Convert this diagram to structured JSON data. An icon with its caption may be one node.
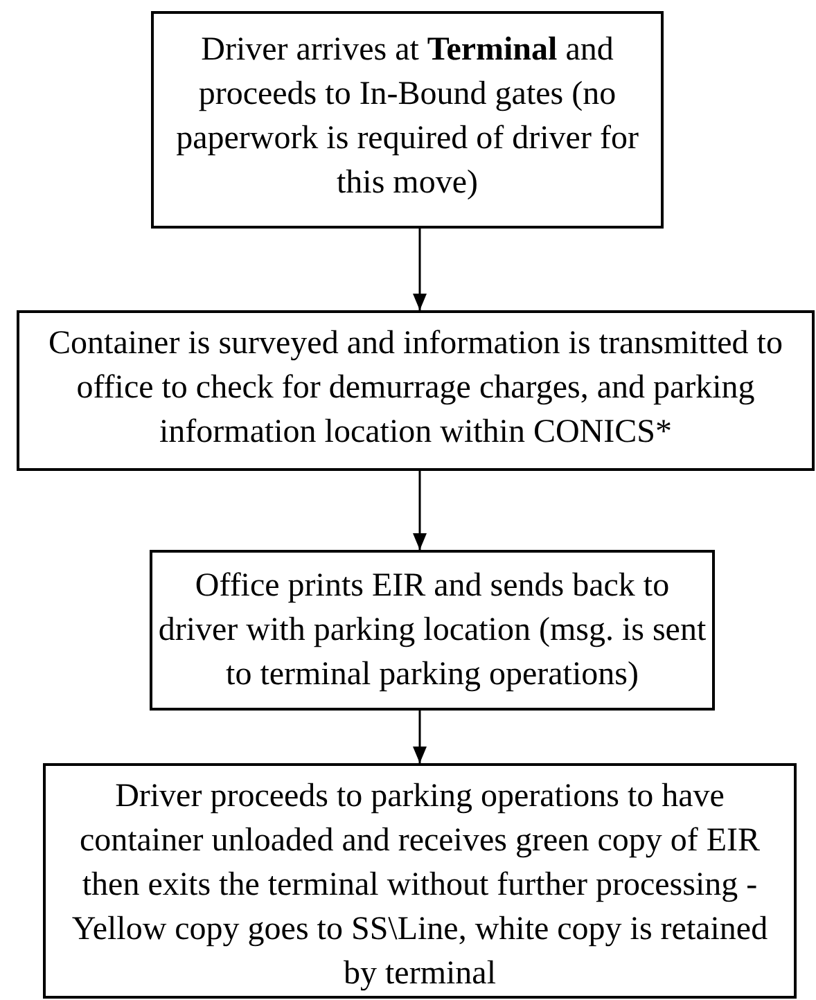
{
  "diagram": {
    "nodes": [
      {
        "text": [
          "Driver arrives at **Terminal** and proceeds to In-Bound gates (no paperwork is required of driver for this move)"
        ]
      },
      {
        "text": [
          "Container is surveyed and information is transmitted to office to check for demurrage charges, and parking information location within CONICS*"
        ]
      },
      {
        "text": [
          "Office prints EIR and sends back to driver with parking location (msg. is sent to terminal parking operations)"
        ]
      },
      {
        "text": [
          "Driver proceeds to parking operations to have container unloaded and receives green copy of EIR then exits the terminal without further processing - Yellow copy goes to SS\\Line, white copy is retained by terminal"
        ]
      }
    ],
    "edges": [
      {
        "from": 0,
        "to": 1,
        "arrow": "to"
      },
      {
        "from": 1,
        "to": 2,
        "arrow": "to"
      },
      {
        "from": 2,
        "to": 3,
        "arrow": "to"
      }
    ]
  }
}
